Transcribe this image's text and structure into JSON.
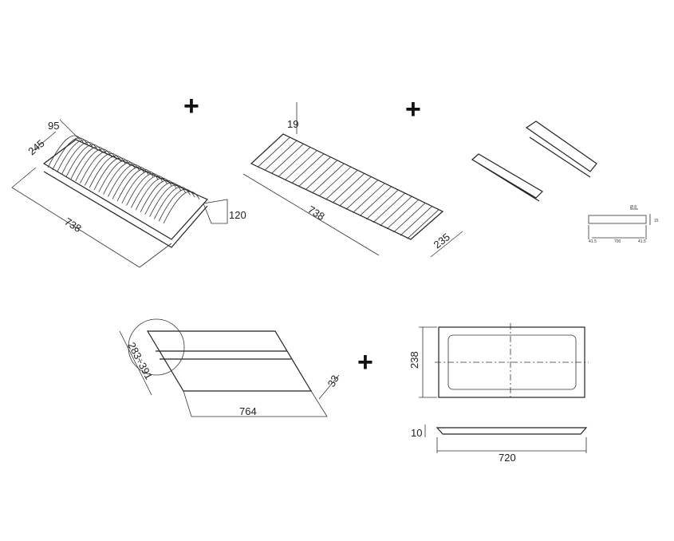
{
  "plus_signs": [
    "+",
    "+",
    "+"
  ],
  "plate_rack": {
    "height": "95",
    "depth": "245",
    "length": "738",
    "holder": "120"
  },
  "cup_rack": {
    "height": "19",
    "length": "738",
    "depth": "235"
  },
  "brackets_detail": {
    "dim_top": "Ø 8",
    "dim_left": "41.5",
    "dim_mid": "700",
    "dim_right": "41.5",
    "dim_side": "15"
  },
  "frame": {
    "depth_range": "283÷391",
    "length": "764",
    "height": "33"
  },
  "tray": {
    "width": "238",
    "height": "10",
    "length": "720"
  }
}
